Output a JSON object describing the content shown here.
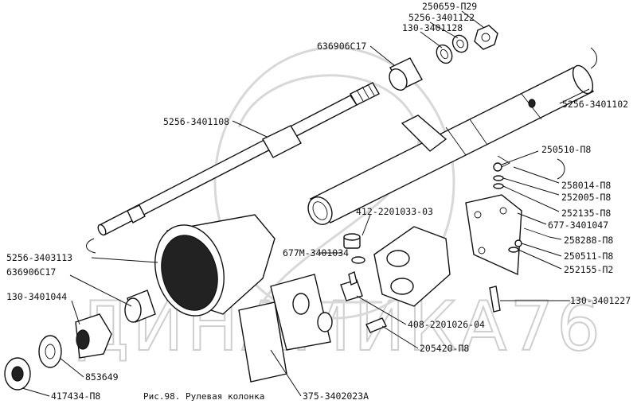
{
  "figure": {
    "caption": "Рис.98. Рулевая колонка",
    "watermark": "ДИНАМИКА76"
  },
  "labels": [
    {
      "id": "l1",
      "text": "250659-П29"
    },
    {
      "id": "l2",
      "text": "5256-3401122"
    },
    {
      "id": "l3",
      "text": "130-3401128"
    },
    {
      "id": "l4",
      "text": "636906С17"
    },
    {
      "id": "l5",
      "text": "5256-3401102"
    },
    {
      "id": "l6",
      "text": "5256-3401108"
    },
    {
      "id": "l7",
      "text": "250510-П8"
    },
    {
      "id": "l8",
      "text": "258014-П8"
    },
    {
      "id": "l9",
      "text": "252005-П8"
    },
    {
      "id": "l10",
      "text": "252135-П8"
    },
    {
      "id": "l11",
      "text": "677-3401047"
    },
    {
      "id": "l12",
      "text": "412-2201033-03"
    },
    {
      "id": "l13",
      "text": "258288-П8"
    },
    {
      "id": "l14",
      "text": "250511-П8"
    },
    {
      "id": "l15",
      "text": "252155-П2"
    },
    {
      "id": "l16",
      "text": "5256-3403113"
    },
    {
      "id": "l17",
      "text": "677М-3401034"
    },
    {
      "id": "l18",
      "text": "636906С17"
    },
    {
      "id": "l19",
      "text": "130-3401044"
    },
    {
      "id": "l20",
      "text": "130-3401227"
    },
    {
      "id": "l21",
      "text": "408-2201026-04"
    },
    {
      "id": "l22",
      "text": "205420-П8"
    },
    {
      "id": "l23",
      "text": "853649"
    },
    {
      "id": "l24",
      "text": "417434-П8"
    },
    {
      "id": "l25",
      "text": "375-3402023А"
    }
  ]
}
